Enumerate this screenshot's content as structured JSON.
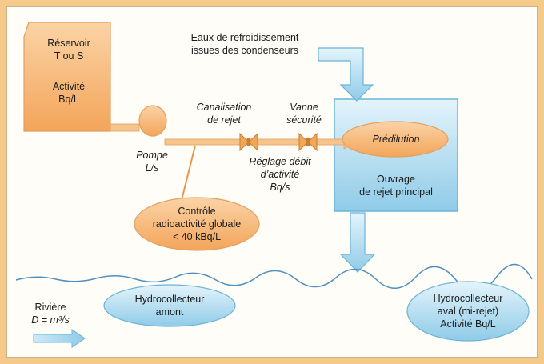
{
  "reservoir": {
    "line1": "Réservoir",
    "line2": "T ou S",
    "line3": "Activité",
    "line4": "Bq/L"
  },
  "cooling_water": {
    "line1": "Eaux de refroidissement",
    "line2": "issues des condenseurs"
  },
  "pump": {
    "line1": "Pompe",
    "line2": "L/s"
  },
  "pipe": {
    "line1": "Canalisation",
    "line2": "de rejet"
  },
  "valve_security": {
    "line1": "Vanne",
    "line2": "sécurité"
  },
  "flow_adjust": {
    "line1": "Réglage débit",
    "line2": "d’activité",
    "line3": "Bq/s"
  },
  "predilution": {
    "label": "Prédilution"
  },
  "outfall": {
    "line1": "Ouvrage",
    "line2": "de rejet principal"
  },
  "radio_control": {
    "line1": "Contrôle",
    "line2": "radioactivité globale",
    "line3": "< 40 kBq/L"
  },
  "collector_upstream": {
    "line1": "Hydrocollecteur",
    "line2": "amont"
  },
  "collector_downstream": {
    "line1": "Hydrocollecteur",
    "line2": "aval (mi-rejet)",
    "line3": "Activité  Bq/L"
  },
  "river": {
    "line1": "Rivière",
    "line2": "D = m³/s"
  },
  "colors": {
    "orange": "#f6b36c",
    "blue": "#9fd3ec",
    "border_orange": "#d48a3a",
    "border_blue": "#4a9fc8"
  }
}
